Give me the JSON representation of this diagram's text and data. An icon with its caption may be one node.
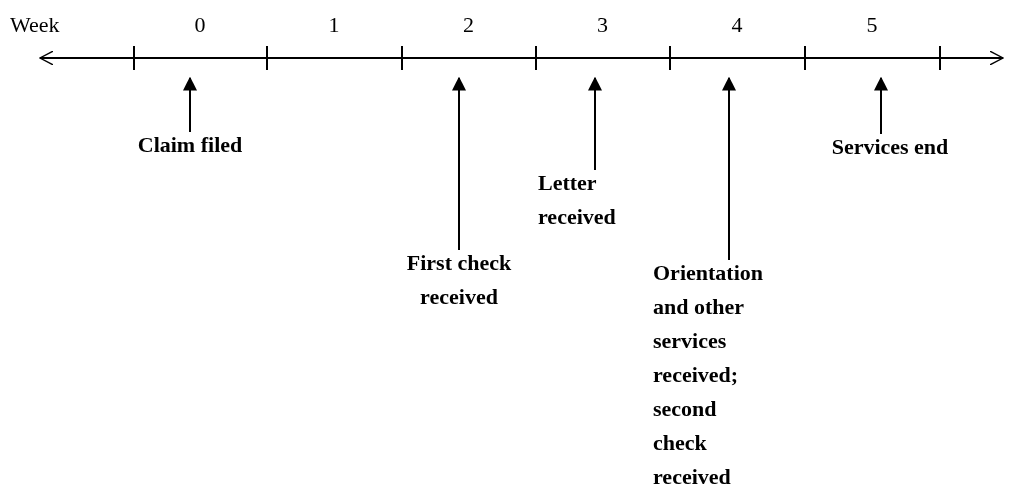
{
  "diagram": {
    "nodes": [
      {
        "text": [
          "Claim filed"
        ]
      },
      {
        "text": [
          "First check received"
        ]
      },
      {
        "text": [
          "Letter received"
        ]
      },
      {
        "text": [
          "Orientation and other services received; second check received"
        ]
      },
      {
        "text": [
          "Services end"
        ]
      }
    ],
    "edges": [
      {
        "from": 0,
        "to": null,
        "arrow": "to"
      },
      {
        "from": 1,
        "to": null,
        "arrow": "to"
      },
      {
        "from": 2,
        "to": null,
        "arrow": "to"
      },
      {
        "from": 3,
        "to": null,
        "arrow": "to"
      },
      {
        "from": 4,
        "to": null,
        "arrow": "to"
      }
    ],
    "labels": [
      "Week",
      "0",
      "1",
      "2",
      "3",
      "4",
      "5"
    ]
  }
}
